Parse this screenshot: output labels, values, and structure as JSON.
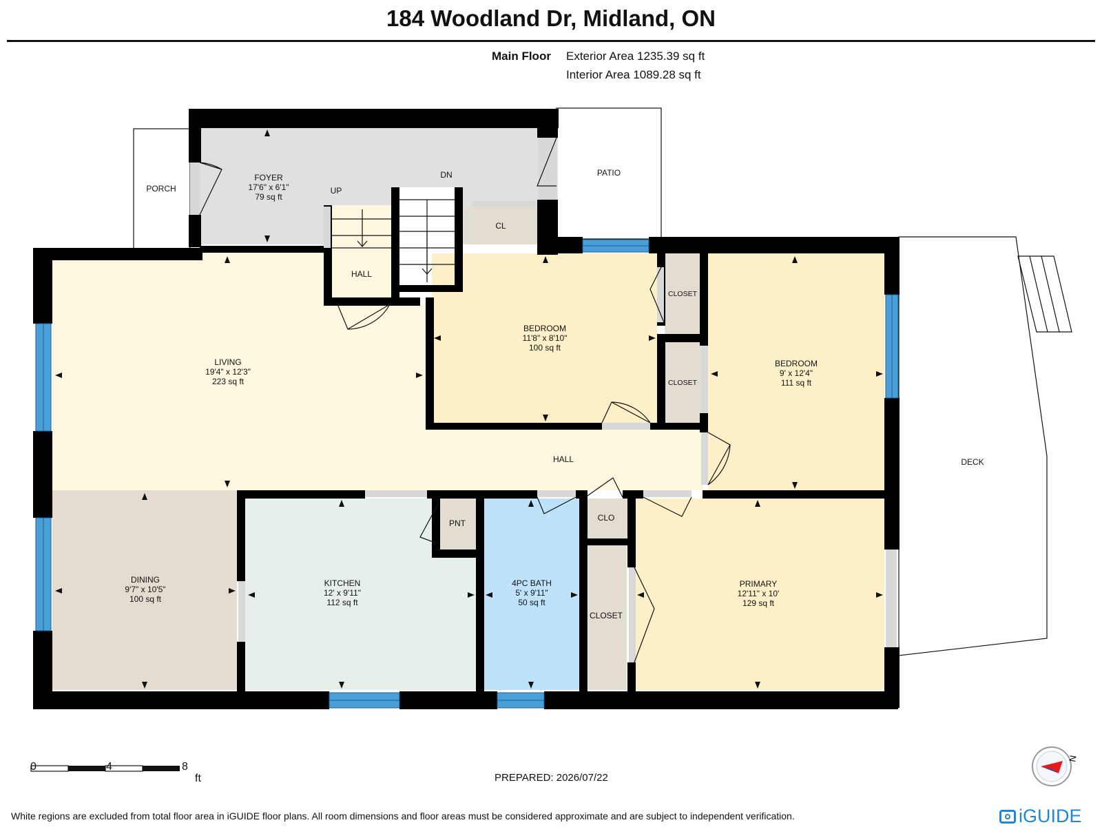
{
  "header": {
    "title": "184 Woodland Dr, Midland, ON",
    "floor": "Main Floor",
    "exterior_area": "Exterior Area 1235.39 sq ft",
    "interior_area": "Interior Area 1089.28 sq ft"
  },
  "rooms": {
    "foyer": {
      "name": "FOYER",
      "dims": "17'6\" x 6'1\"",
      "area": "79 sq ft"
    },
    "living": {
      "name": "LIVING",
      "dims": "19'4\" x 12'3\"",
      "area": "223 sq ft"
    },
    "bedroom1": {
      "name": "BEDROOM",
      "dims": "11'8\" x 8'10\"",
      "area": "100 sq ft"
    },
    "bedroom2": {
      "name": "BEDROOM",
      "dims": "9' x 12'4\"",
      "area": "111 sq ft"
    },
    "dining": {
      "name": "DINING",
      "dims": "9'7\" x 10'5\"",
      "area": "100 sq ft"
    },
    "kitchen": {
      "name": "KITCHEN",
      "dims": "12' x 9'11\"",
      "area": "112 sq ft"
    },
    "bath": {
      "name": "4PC BATH",
      "dims": "5' x 9'11\"",
      "area": "50 sq ft"
    },
    "primary": {
      "name": "PRIMARY",
      "dims": "12'11\" x 10'",
      "area": "129 sq ft"
    }
  },
  "labels": {
    "porch": "PORCH",
    "patio": "PATIO",
    "deck": "DECK",
    "up": "UP",
    "dn": "DN",
    "cl": "CL",
    "hall_small": "HALL",
    "hall": "HALL",
    "closet_top": "CLOSET",
    "closet_mid": "CLOSET",
    "closet_bath": "CLOSET",
    "pnt": "PNT",
    "clo": "CLO"
  },
  "scale": {
    "ticks": [
      "0",
      "4",
      "8"
    ],
    "unit": "ft"
  },
  "compass": {
    "label": "N"
  },
  "footer": {
    "prepared": "PREPARED: 2026/07/22",
    "disclaimer": "White regions are excluded from total floor area in iGUIDE floor plans. All room dimensions and floor areas must be considered approximate and are subject to independent verification.",
    "brand": "iGUIDE"
  },
  "colors": {
    "wall": "#000000",
    "window": "#4a9fd8",
    "foyer": "#e0e0e0",
    "living": "#fdf7e0",
    "bedroom": "#fdf0c8",
    "dining": "#e4dcd0",
    "kitchen": "#e6efe9",
    "bath": "#bde2fa",
    "closet": "#e3dcd1"
  }
}
